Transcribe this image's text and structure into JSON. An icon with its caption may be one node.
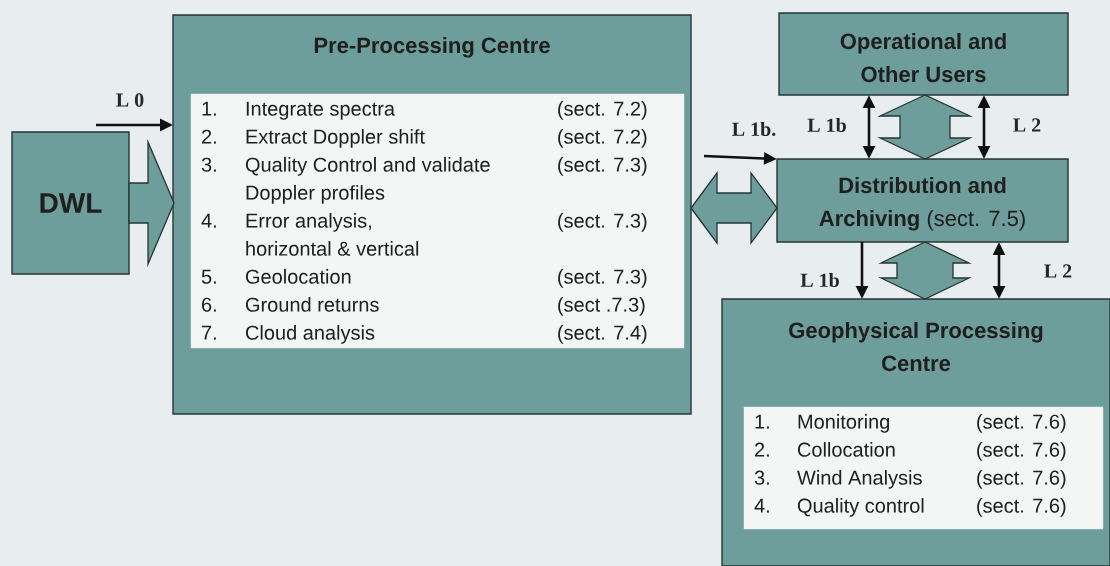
{
  "diagram": {
    "nodes": [
      {
        "text": [
          "DWL"
        ]
      },
      {
        "text": [
          "Pre-Processing Centre"
        ]
      },
      {
        "text": [
          "1.",
          "Integrate spectra",
          "(sect. 7.2)",
          "2.",
          "Extract Doppler shift",
          "(sect. 7.2)",
          "3.",
          "Quality Control and validate Doppler profiles",
          "(sect. 7.3)",
          "4.",
          "Error analysis, horizontal & vertical",
          "(sect. 7.3)",
          "5.",
          "Geolocation",
          "(sect. 7.3)",
          "6.",
          "Ground returns",
          "(sect .7.3)",
          "7.",
          "Cloud analysis",
          "(sect. 7.4)"
        ],
        "in": 1
      },
      {
        "text": [
          "Operational and Other Users"
        ]
      },
      {
        "text": [
          "**Distribution and Archiving** (sect. 7.5)"
        ]
      },
      {
        "text": [
          "Geophysical Processing Centre"
        ]
      },
      {
        "text": [
          "1.",
          "Monitoring",
          "(sect. 7.6)",
          "2.",
          "Collocation",
          "(sect. 7.6)",
          "3.",
          "Wind Analysis",
          "(sect. 7.6)",
          "4.",
          "Quality control",
          "(sect. 7.6)"
        ],
        "in": 5
      }
    ],
    "edges": [
      {
        "from": 0,
        "to": 1,
        "arrow": "to",
        "style": "thick",
        "color": "#6d9e9c"
      },
      {
        "from": 0,
        "to": 1,
        "arrow": "to",
        "label": "L 0"
      },
      {
        "from": 1,
        "to": 4,
        "arrow": "both",
        "style": "thick",
        "color": "#6d9e9c"
      },
      {
        "from": 1,
        "to": 4,
        "arrow": "to",
        "label": "L 1b."
      },
      {
        "from": 3,
        "to": 4,
        "arrow": "both",
        "style": "thick",
        "color": "#6d9e9c"
      },
      {
        "from": 3,
        "to": 4,
        "arrow": "both",
        "label": "L 1b"
      },
      {
        "from": 3,
        "to": 4,
        "arrow": "both",
        "label": "L 2"
      },
      {
        "from": 4,
        "to": 5,
        "arrow": "both",
        "style": "thick",
        "color": "#6d9e9c"
      },
      {
        "from": 4,
        "to": 5,
        "arrow": "to",
        "label": "L 1b"
      },
      {
        "from": 4,
        "to": 5,
        "arrow": "both",
        "label": "L 2"
      }
    ]
  }
}
